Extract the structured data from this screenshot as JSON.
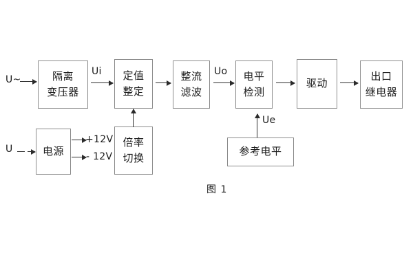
{
  "figure": {
    "caption": "图 1",
    "blocks": [
      {
        "id": "isolation-transformer",
        "lines": [
          "隔离",
          "变压器"
        ]
      },
      {
        "id": "setting-value",
        "lines": [
          "定值",
          "整定"
        ]
      },
      {
        "id": "rectify-filter",
        "lines": [
          "整流",
          "滤波"
        ]
      },
      {
        "id": "level-detection",
        "lines": [
          "电平",
          "检测"
        ]
      },
      {
        "id": "drive",
        "lines": [
          "驱动"
        ]
      },
      {
        "id": "output-relay",
        "lines": [
          "出口",
          "继电器"
        ]
      },
      {
        "id": "power-supply",
        "lines": [
          "电源"
        ]
      },
      {
        "id": "multiplier-switch",
        "lines": [
          "倍率",
          "切换"
        ]
      },
      {
        "id": "reference-level",
        "lines": [
          "参考电平"
        ]
      }
    ],
    "signals": {
      "input_ac": "U~",
      "input_dc": "U",
      "ui": "Ui",
      "uo": "Uo",
      "ue": "Ue",
      "supply_positive": "+12V",
      "supply_negative": "- 12V"
    }
  }
}
